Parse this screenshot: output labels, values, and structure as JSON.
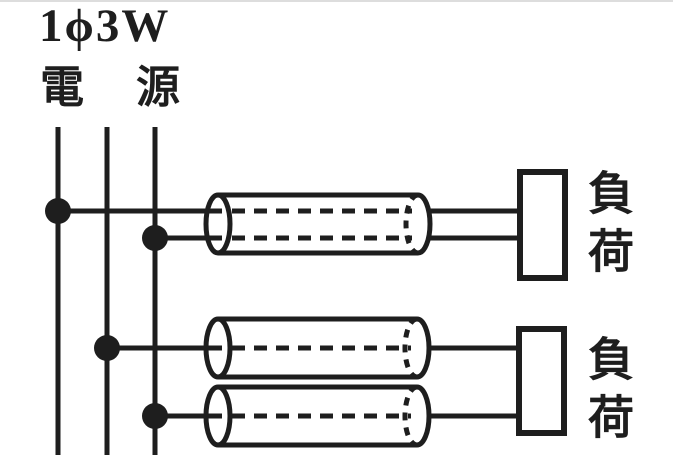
{
  "labels": {
    "system_type": "1ϕ3W",
    "source_left_char": "電",
    "source_right_char": "源",
    "load_1": "負荷",
    "load_2": "負荷"
  },
  "colors": {
    "ink": "#1e1e1e",
    "background": "#ffffff",
    "top_edge": "#dddddd"
  }
}
